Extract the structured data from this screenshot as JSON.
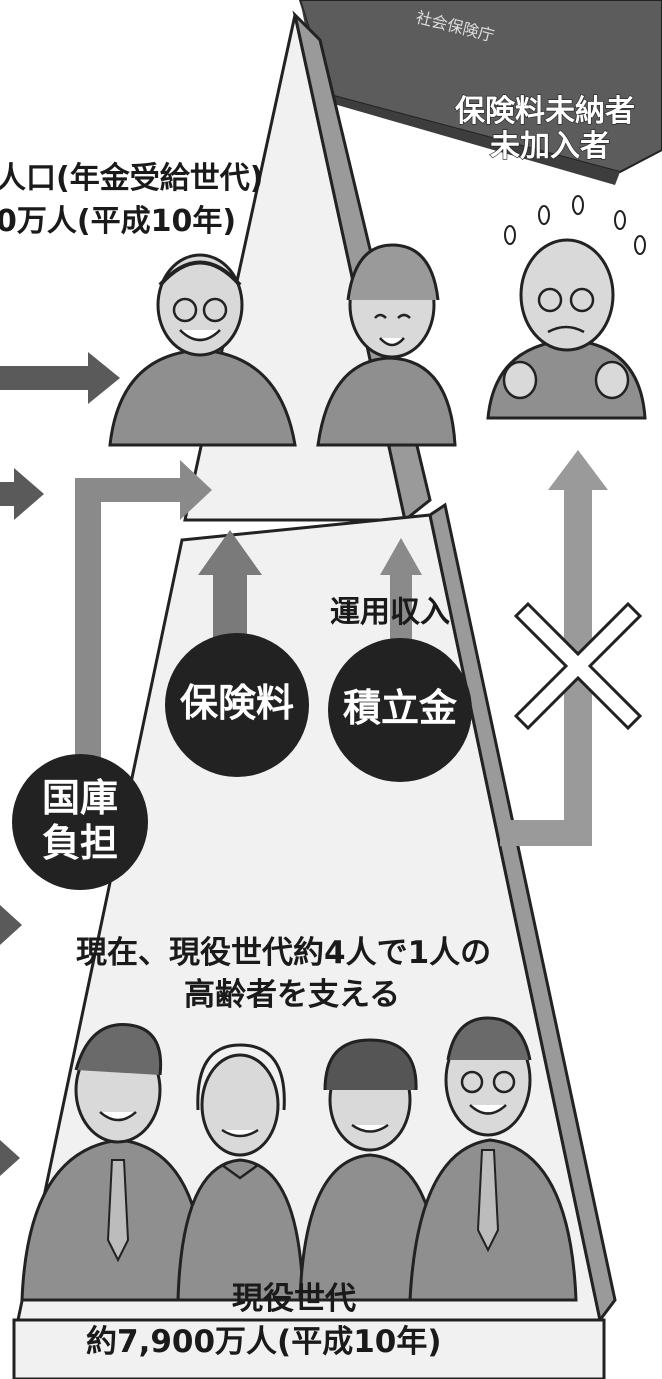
{
  "elderly": {
    "title_line1": "人口(年金受給世代)",
    "title_line2": "0万人(平成10年)"
  },
  "uninsured": {
    "line1": "保険料未納者",
    "line2": "未加入者"
  },
  "book": {
    "stamp_text": "社会保険庁"
  },
  "flows": {
    "investment_income": "運用収入",
    "premiums": "保険料",
    "reserve": "積立金",
    "state_line1": "国庫",
    "state_line2": "負担"
  },
  "support_message": {
    "line1": "現在、現役世代約4人で1人の",
    "line2": "高齢者を支える"
  },
  "working": {
    "line1": "現役世代",
    "line2": "約7,900万人(平成10年)"
  },
  "colors": {
    "ink": "#1a1a1a",
    "tier_fill": "#f1f1f1",
    "tier_side": "#9a9a9a",
    "arrow_gray": "#8a8a8a",
    "arrow_dark": "#5a5a5a",
    "circle_dark": "#222222",
    "clothing": "#8f8f8f",
    "face": "#d9d9d9",
    "book_dark": "#555555"
  }
}
